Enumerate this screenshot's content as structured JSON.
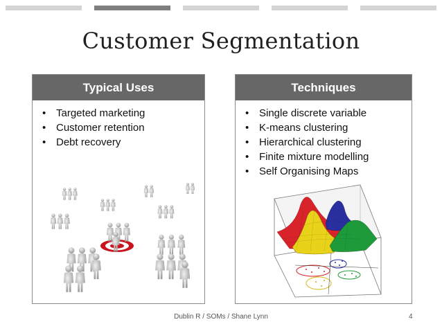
{
  "slide": {
    "title": "Customer Segmentation",
    "footer": "Dublin R / SOMs / Shane Lynn",
    "page_number": "4"
  },
  "left_panel": {
    "heading": "Typical Uses",
    "items": [
      "Targeted marketing",
      "Customer retention",
      "Debt recovery"
    ]
  },
  "right_panel": {
    "heading": "Techniques",
    "items": [
      "Single discrete variable",
      "K-means clustering",
      "Hierarchical clustering",
      "Finite mixture modelling",
      "Self Organising Maps"
    ]
  },
  "bullet": "•",
  "colors": {
    "header_bg": "#676767",
    "target_red": "#c8141c",
    "active_tab": "#7f7f7f"
  }
}
